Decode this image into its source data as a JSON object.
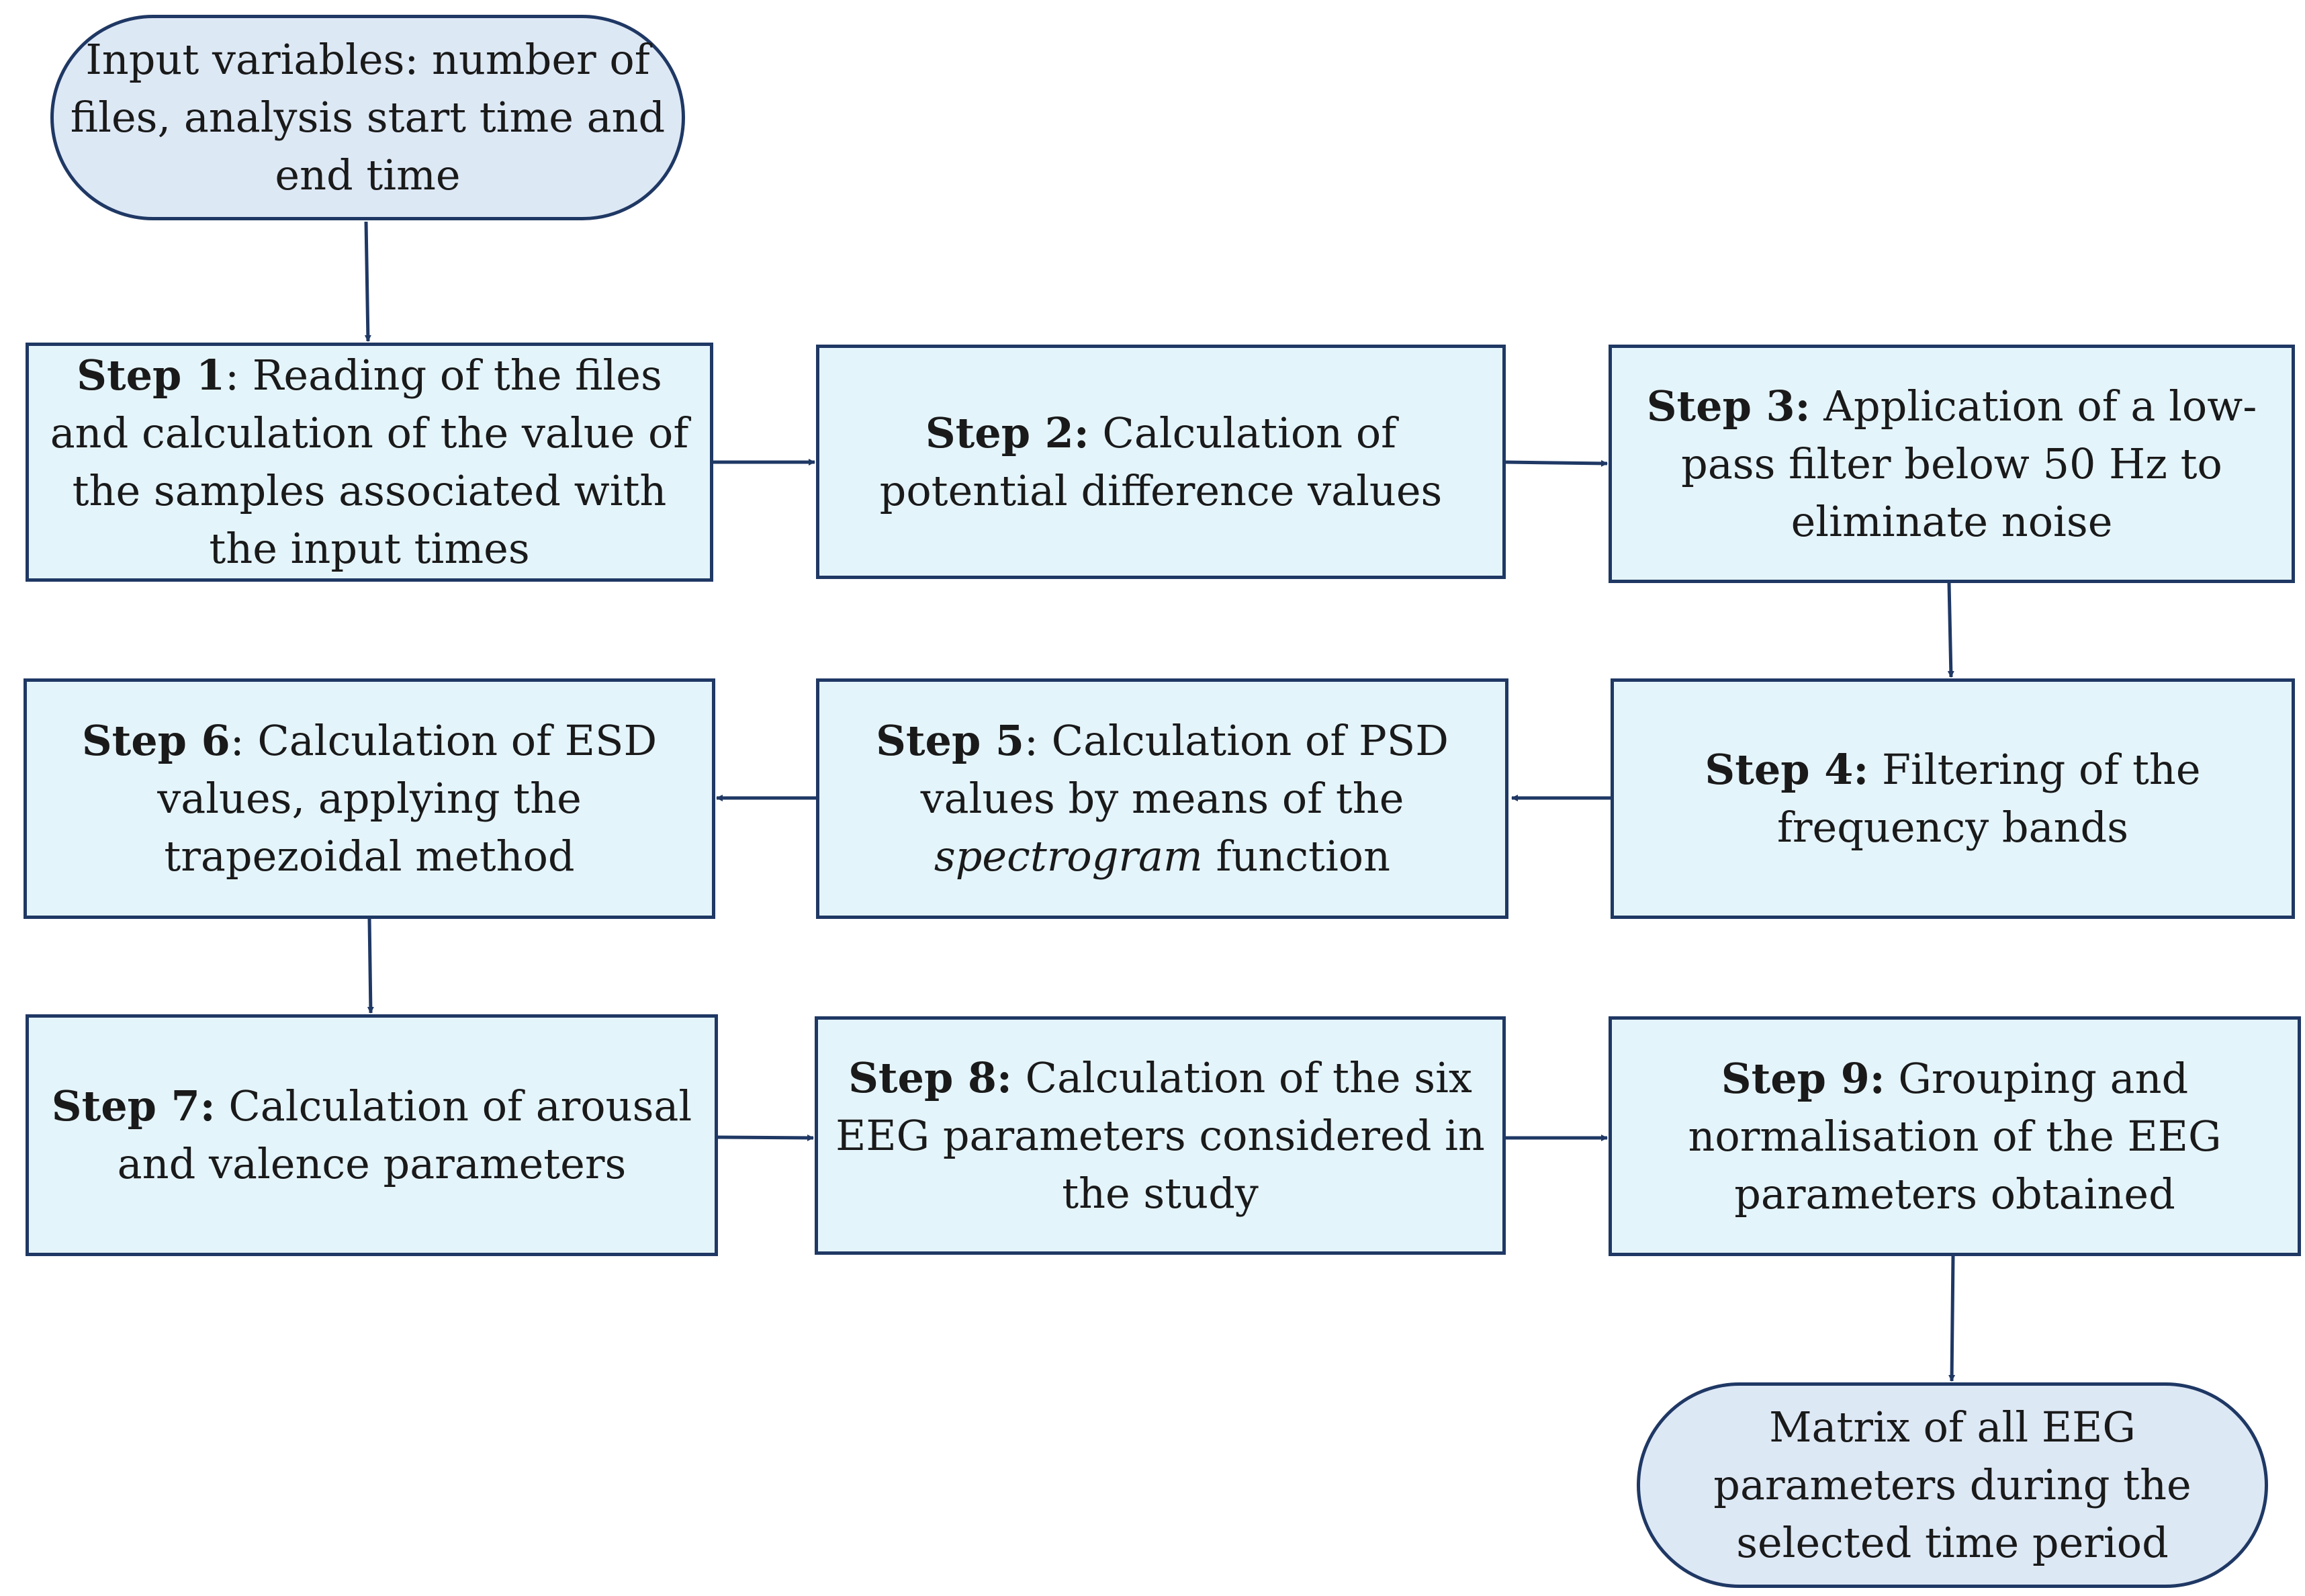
{
  "start": {
    "text": "Input variables: number of files, analysis start time and end time"
  },
  "steps": [
    {
      "label": "Step 1",
      "rest": ": Reading of the files and calculation of the value of the samples associated with the input times"
    },
    {
      "label": "Step 2:",
      "rest": " Calculation of potential difference values"
    },
    {
      "label": "Step 3:",
      "rest": " Application of a low-pass filter below 50 Hz to eliminate noise"
    },
    {
      "label": "Step 4:",
      "rest": " Filtering of the frequency bands"
    },
    {
      "label": "Step 5",
      "rest": ": Calculation of PSD values by means of the ",
      "em": "spectrogram",
      "tail": " function"
    },
    {
      "label": "Step 6",
      "rest": ": Calculation of ESD values, applying the trapezoidal method"
    },
    {
      "label": "Step 7:",
      "rest": " Calculation of arousal and valence parameters"
    },
    {
      "label": "Step 8:",
      "rest": " Calculation of the six EEG parameters considered in the study"
    },
    {
      "label": "Step 9:",
      "rest": " Grouping and normalisation of the EEG parameters obtained"
    }
  ],
  "end": {
    "text": "Matrix of all EEG parameters during the selected time period"
  },
  "colors": {
    "box_fill": "#e4f4fb",
    "terminal_fill": "#dde8f5",
    "stroke": "#1f3864",
    "arrow": "#1f3864"
  }
}
